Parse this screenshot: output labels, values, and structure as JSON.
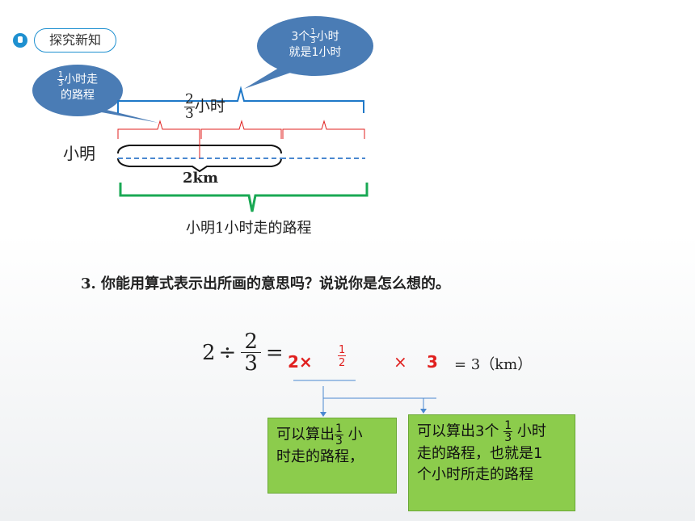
{
  "header": {
    "badge": "探究新知"
  },
  "bubbles": {
    "left": {
      "fraction_num": "1",
      "fraction_den": "3",
      "line1_suffix": "小时走",
      "line2": "的路程"
    },
    "right": {
      "prefix": "3个",
      "fraction_num": "1",
      "fraction_den": "3",
      "line1_suffix": "小时",
      "line2": "就是1小时"
    }
  },
  "diagram": {
    "top_fraction_num": "2",
    "top_fraction_den": "3",
    "top_label_suffix": "小时",
    "row_label": "小明",
    "distance_label": "2km",
    "bottom_label": "小明1小时走的路程"
  },
  "question": "3. 你能用算式表示出所画的意思吗？说说你是怎么想的。",
  "equation": {
    "lhs_whole": "2",
    "divide": "÷",
    "lhs_num": "2",
    "lhs_den": "3",
    "equals": "=",
    "step1": "2×",
    "half_num": "1",
    "half_den": "2",
    "times": "×",
    "three": "3",
    "result": "= 3（km）"
  },
  "notes": {
    "left": {
      "prefix": "可以算出",
      "fraction_num": "1",
      "fraction_den": "3",
      "suffix": "小",
      "line2": "时走的路程，"
    },
    "right": {
      "prefix": "可以算出3个",
      "fraction_num": "1",
      "fraction_den": "3",
      "suffix": "小时",
      "line2": "走的路程，也就是1",
      "line3": "个小时所走的路程"
    }
  },
  "colors": {
    "blue": "#1e78c8",
    "red": "#e0201f",
    "green": "#1aa854",
    "bubble": "#4a7cb5",
    "note": "#8ccc4c"
  }
}
